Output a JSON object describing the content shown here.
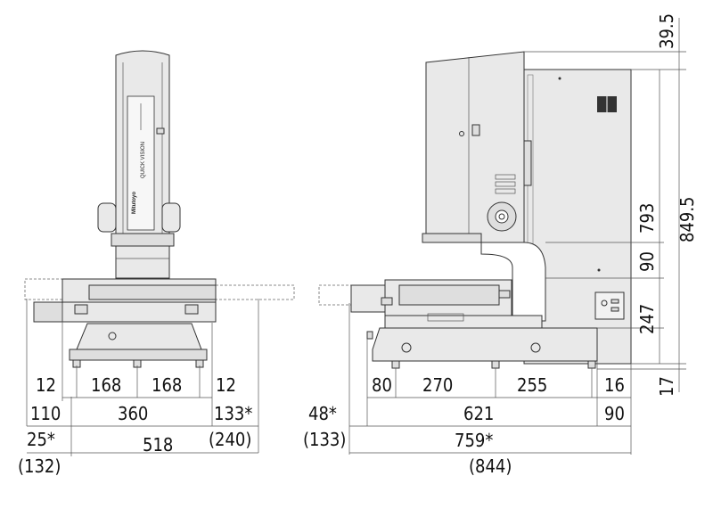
{
  "front_view": {
    "brand": "Mitutoyo",
    "product": "QUICK VISION",
    "dims": {
      "leg_left_12": "12",
      "foot_168_a": "168",
      "foot_168_b": "168",
      "leg_right_12": "12",
      "overhang_left_110": "110",
      "width_360": "360",
      "overhang_right_133": "133*",
      "overhang_right_240": "(240)",
      "left_25": "25*",
      "left_132": "(132)",
      "width_518": "518"
    }
  },
  "side_view": {
    "dims": {
      "left_48": "48*",
      "left_133": "(133)",
      "foot_80": "80",
      "foot_270": "270",
      "foot_255": "255",
      "foot_16": "16",
      "depth_621": "621",
      "right_90": "90",
      "depth_759": "759*",
      "depth_844": "(844)",
      "top_39_5": "39.5",
      "height_793": "793",
      "height_849_5": "849.5",
      "gap_90": "90",
      "table_247": "247",
      "base_17": "17"
    }
  }
}
